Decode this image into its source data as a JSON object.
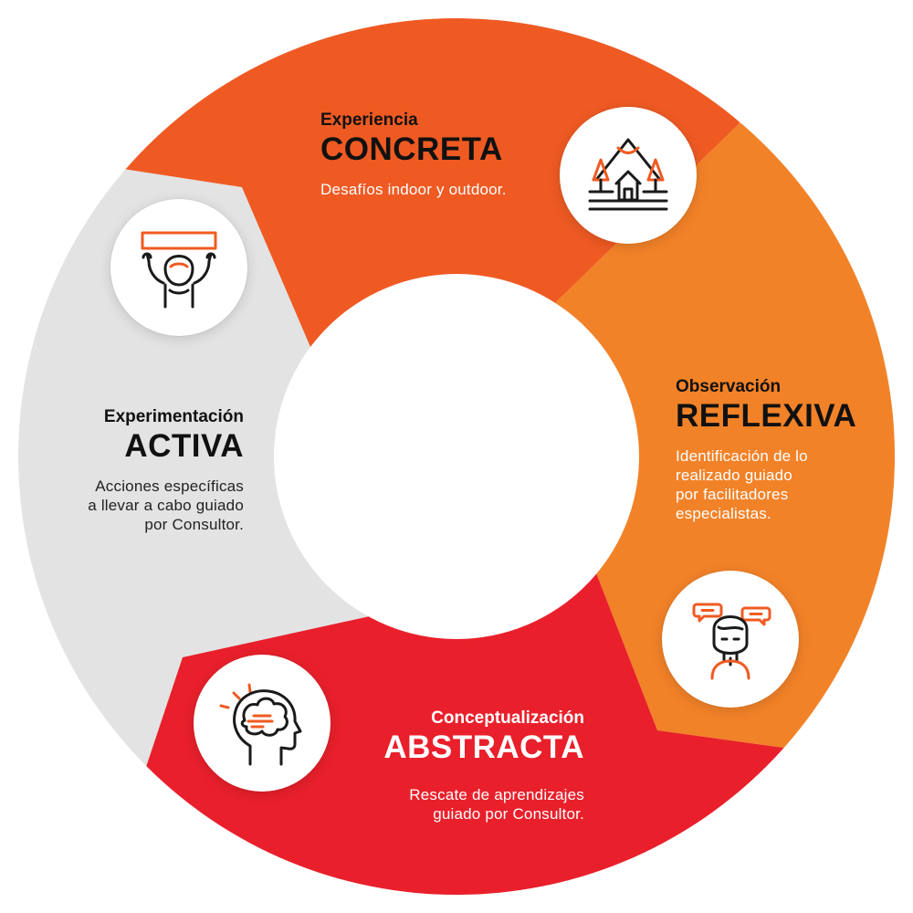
{
  "colors": {
    "concreta": "#ef5a23",
    "reflexiva": "#f28228",
    "abstracta": "#e9202b",
    "activa": "#e3e3e3",
    "icon_stroke": "#1a1a1a",
    "icon_accent": "#f05a22"
  },
  "stages": {
    "concreta": {
      "subtitle": "Experiencia",
      "title": "CONCRETA",
      "desc_lines": [
        "Desafíos indoor y outdoor."
      ],
      "icon": "house-landscape-icon"
    },
    "reflexiva": {
      "subtitle": "Observación",
      "title": "REFLEXIVA",
      "desc_lines": [
        "Identificación de lo",
        "realizado guiado",
        "por facilitadores",
        "especialistas."
      ],
      "icon": "person-speech-bubbles-icon"
    },
    "abstracta": {
      "subtitle": "Conceptualización",
      "title": "ABSTRACTA",
      "desc_lines": [
        "Rescate de aprendizajes",
        "guiado por Consultor."
      ],
      "icon": "head-brain-icon"
    },
    "activa": {
      "subtitle": "Experimentación",
      "title": "ACTIVA",
      "desc_lines": [
        "Acciones específicas",
        "a llevar a cabo guiado",
        "por Consultor."
      ],
      "icon": "person-holding-sign-icon"
    }
  }
}
